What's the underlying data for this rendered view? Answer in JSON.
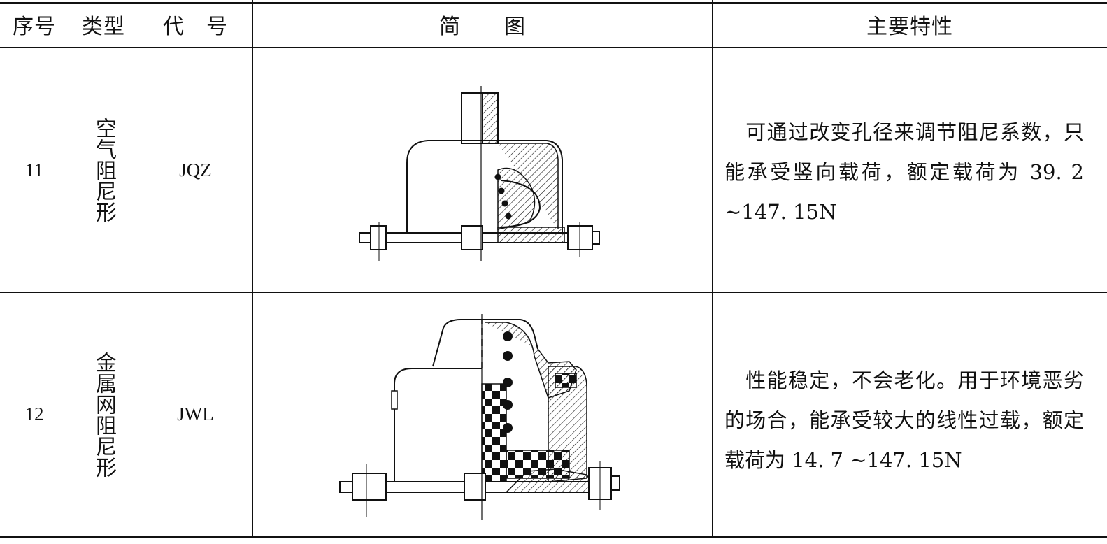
{
  "headers": {
    "seq": "序号",
    "type": "类型",
    "code": "代　号",
    "sketch": "简　　图",
    "features": "主要特性"
  },
  "rows": [
    {
      "seq": "11",
      "type": "空气阻尼形",
      "code": "JQZ",
      "features": "　可通过改变孔径来调节阻尼系数，只能承受竖向载荷，额定载荷为 39. 2 ~147. 15N"
    },
    {
      "seq": "12",
      "type": "金属网阻尼形",
      "code": "JWL",
      "features": "　性能稳定，不会老化。用于环境恶劣的场合，能承受较大的线性过载，额定载荷为 14. 7 ~147. 15N"
    }
  ]
}
